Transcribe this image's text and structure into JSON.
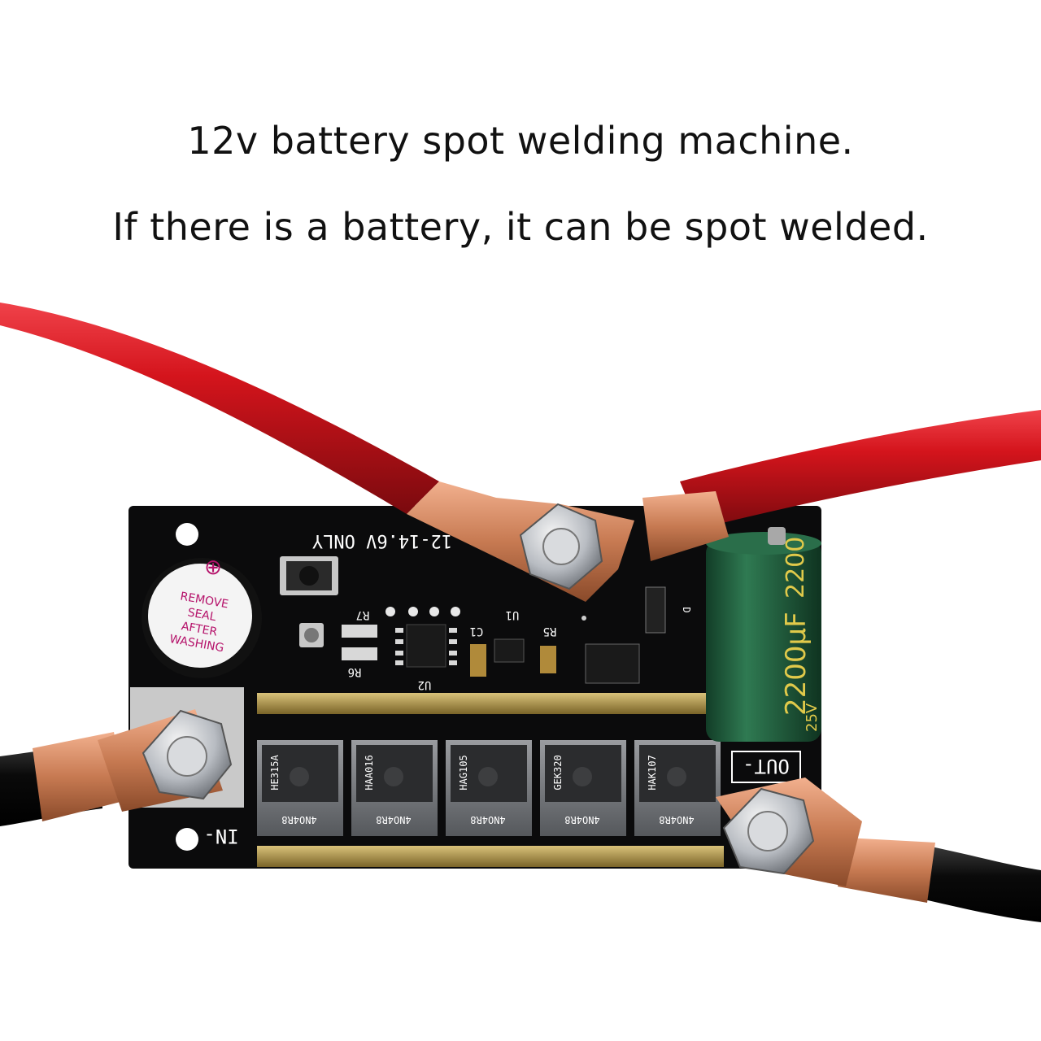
{
  "caption": {
    "line1": "12v battery spot welding machine.",
    "line2": "If there is a battery, it can be spot welded."
  },
  "board": {
    "voltage_label": "12-14.6V ONLY",
    "buzzer_sticker": [
      "REMOVE",
      "SEAL",
      "AFTER",
      "WASHING"
    ],
    "buzzer_plus": "⊕",
    "in_label": "IN-",
    "out_label": "OUT-",
    "ref": {
      "r7": "R7",
      "r6": "R6",
      "u2": "U2",
      "u1": "U1",
      "c1": "C1",
      "r5": "R5",
      "d": "D"
    },
    "mosfets": [
      {
        "code": "HE315A",
        "part": "4NO4R8"
      },
      {
        "code": "HAA016",
        "part": "4NO4R8"
      },
      {
        "code": "HAG105",
        "part": "4NO4R8"
      },
      {
        "code": "GEK320",
        "part": "4NO4R8"
      },
      {
        "code": "HAK107",
        "part": "4NO4R8"
      }
    ],
    "capacitor": {
      "value": "2200μF",
      "value_top": "2200",
      "voltage": "25V"
    }
  },
  "colors": {
    "pcb": "#0b0b0c",
    "red_cable": "#d4141c",
    "black_cable": "#0a0a0a",
    "copper": "#c77a52",
    "capacitor": "#1f5a3a",
    "capacitor_text": "#e0c94a"
  }
}
